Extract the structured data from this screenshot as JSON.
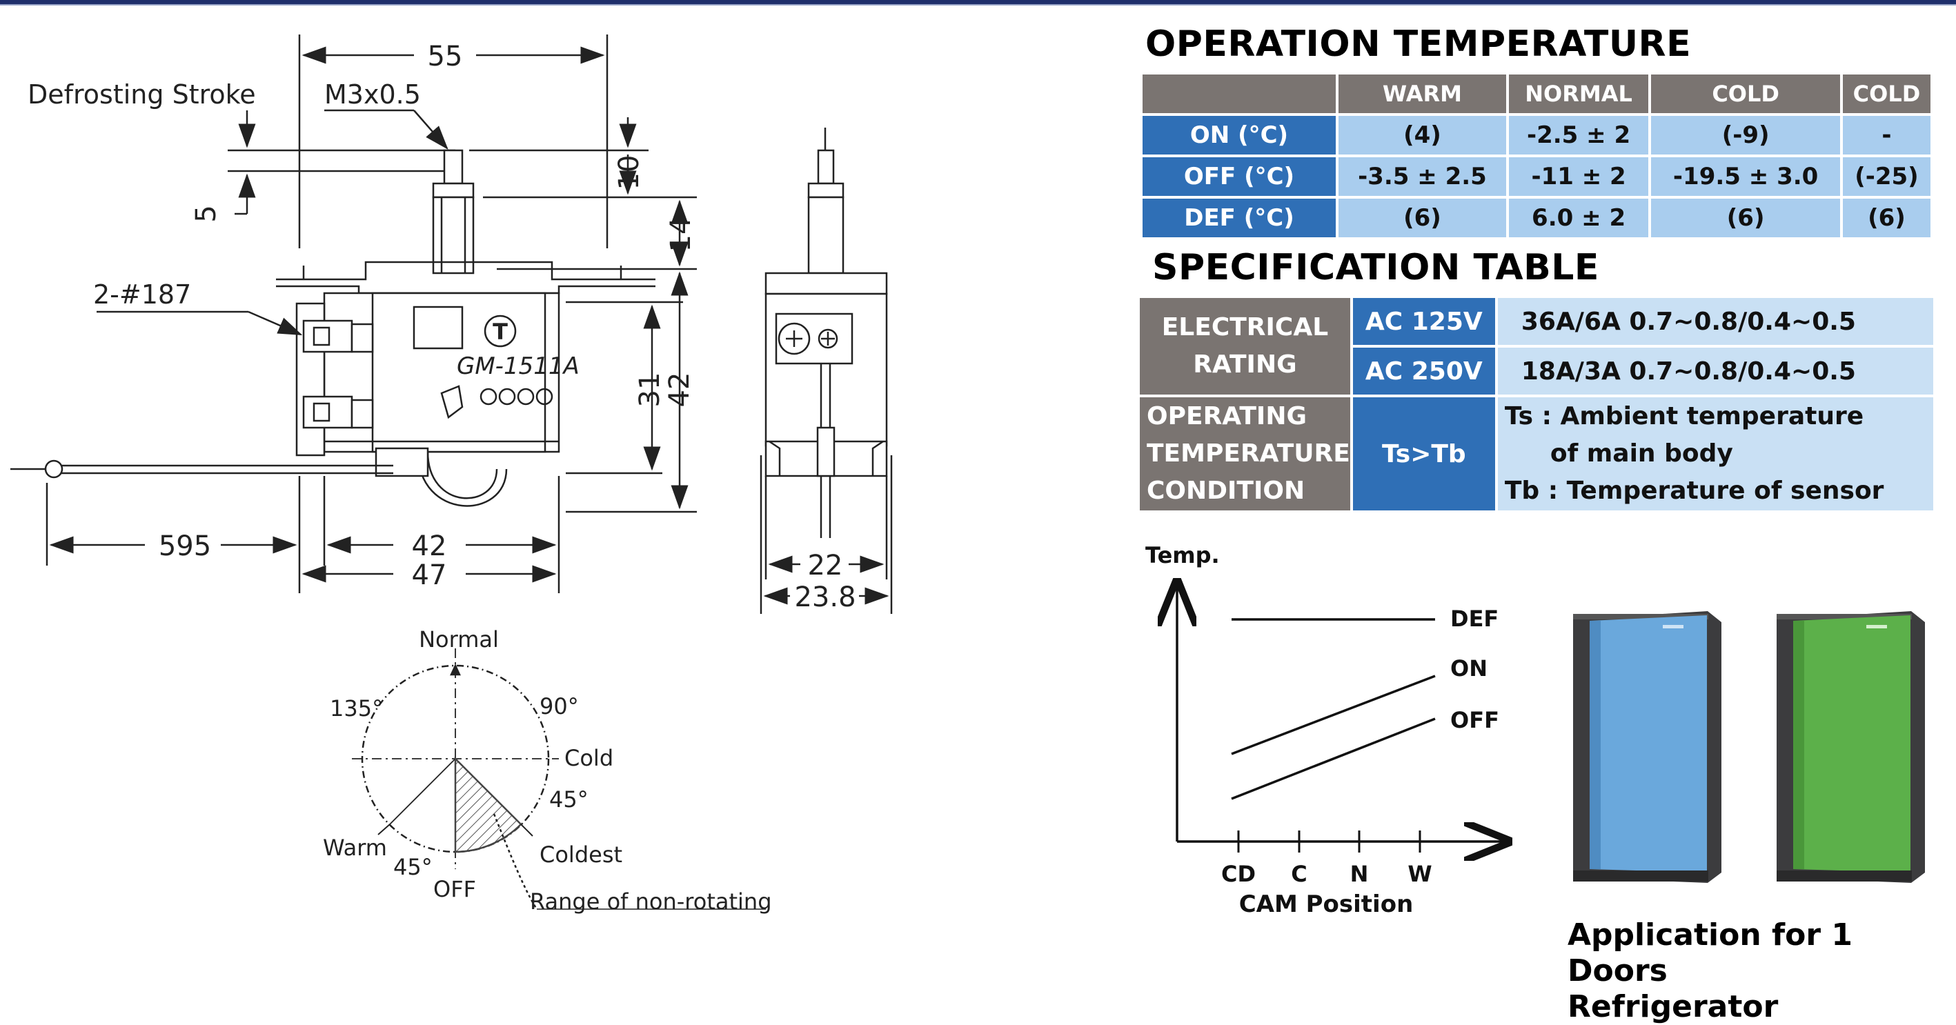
{
  "drawing": {
    "dims": {
      "w55": "55",
      "m3": "M3x0.5",
      "defrost": "Defrosting Stroke",
      "d10": "10",
      "d5": "5",
      "d14": "14",
      "d31": "31",
      "d42v": "42",
      "terminal": "2-#187",
      "d595": "595",
      "d42h": "42",
      "d47": "47",
      "d22": "22",
      "d238": "23.8",
      "model": "GM-1511A",
      "logo": "T"
    },
    "dial": {
      "normal": "Normal",
      "a135": "135°",
      "a90": "90°",
      "cold": "Cold",
      "a45r": "45°",
      "warm": "Warm",
      "a45l": "45°",
      "off": "OFF",
      "coldest": "Coldest",
      "range": "Range of non-rotating"
    }
  },
  "operation": {
    "title": "OPERATION TEMPERATURE",
    "headers": [
      "",
      "WARM",
      "NORMAL",
      "COLD",
      "COLD"
    ],
    "rows": [
      {
        "label": "ON (°C)",
        "values": [
          "(4)",
          "-2.5 ± 2",
          "(-9)",
          "-"
        ]
      },
      {
        "label": "OFF (°C)",
        "values": [
          "-3.5 ± 2.5",
          "-11 ± 2",
          "-19.5 ± 3.0",
          "(-25)"
        ]
      },
      {
        "label": "DEF (°C)",
        "values": [
          "(6)",
          "6.0 ± 2",
          "(6)",
          "(6)"
        ]
      }
    ]
  },
  "spec": {
    "title": "SPECIFICATION TABLE",
    "electrical": {
      "label_line1": "ELECTRICAL",
      "label_line2": "RATING",
      "rows": [
        {
          "voltage": "AC 125V",
          "value": "36A/6A  0.7~0.8/0.4~0.5"
        },
        {
          "voltage": "AC 250V",
          "value": "18A/3A 0.7~0.8/0.4~0.5"
        }
      ]
    },
    "operating": {
      "label_line1": "OPERATING",
      "label_line2": "TEMPERATURE",
      "label_line3": "CONDITION",
      "relation": "Ts>Tb",
      "desc1": "Ts : Ambient temperature",
      "desc2": "of main body",
      "desc3": "Tb : Temperature of sensor"
    }
  },
  "graph": {
    "ylabel": "Temp.",
    "xlabel": "CAM Position",
    "ticks": [
      "CD",
      "C",
      "N",
      "W"
    ],
    "lines": [
      "DEF",
      "ON",
      "OFF"
    ]
  },
  "application": {
    "line1": "Application for 1 Doors",
    "line2": "Refrigerator",
    "colors": {
      "fridge1": "#6aa8dc",
      "fridge2": "#5cb04a",
      "body": "#3c3c3e"
    }
  }
}
